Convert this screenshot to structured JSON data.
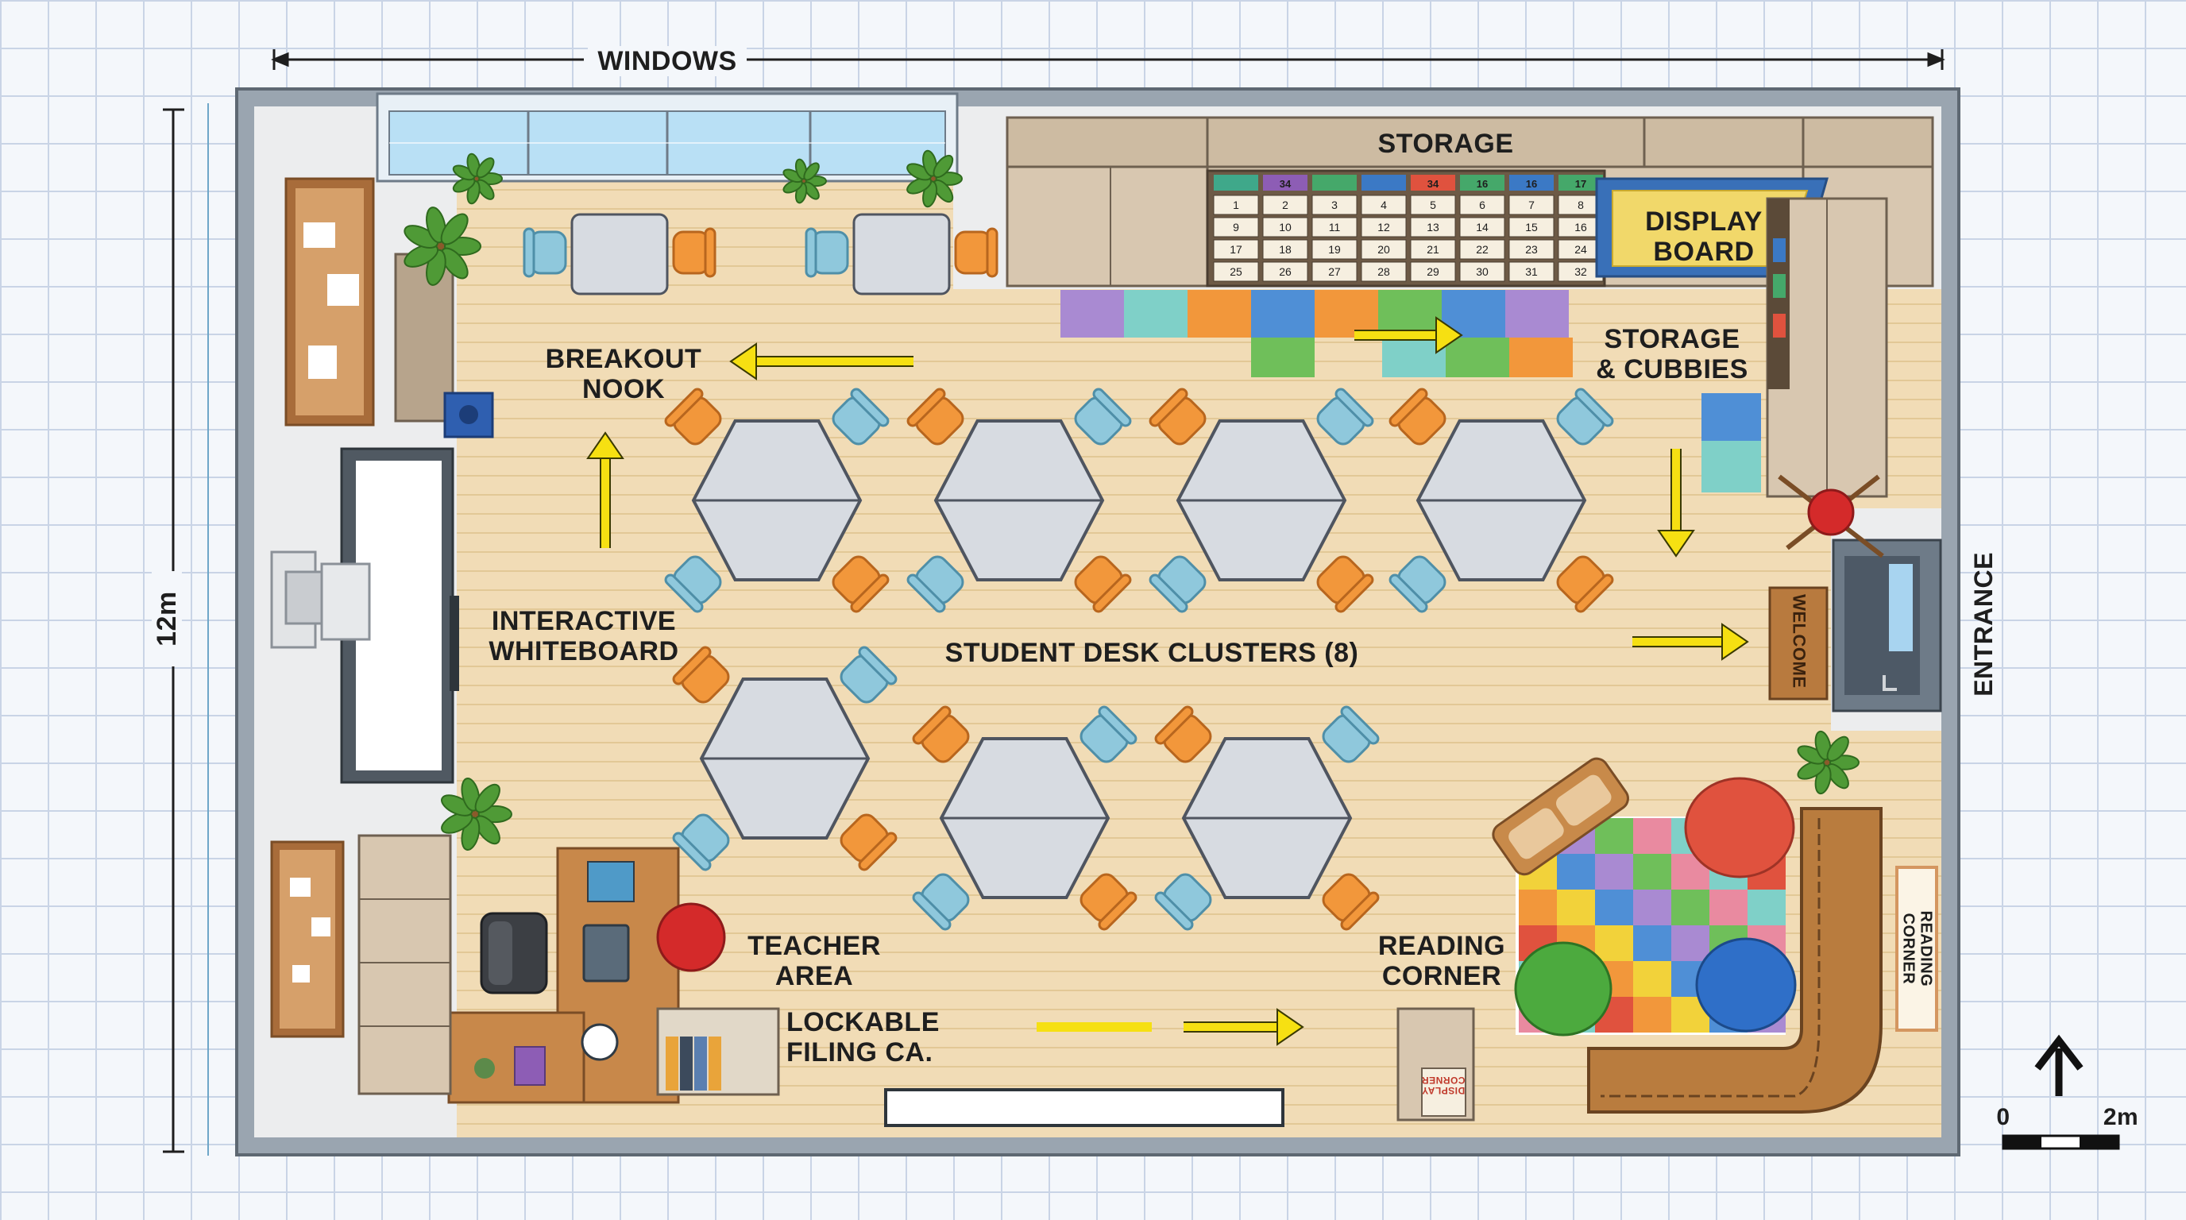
{
  "dimensions": {
    "width_label": "WINDOWS",
    "height_label": "12m",
    "entrance_label": "ENTRANCE"
  },
  "zones": {
    "storage": "STORAGE",
    "display_board": "DISPLAY\nBOARD",
    "storage_cubbies": "STORAGE\n& CUBBIES",
    "breakout_nook": "BREAKOUT\nNOOK",
    "interactive_whiteboard": "INTERACTIVE\nWHITEBOARD",
    "student_desk_clusters": "STUDENT DESK CLUSTERS (8)",
    "teacher_area": "TEACHER\nAREA",
    "lockable_filing": "LOCKABLE\nFILING CA.",
    "reading_corner": "READING\nCORNER"
  },
  "signs": {
    "welcome_mat": "WELCOME",
    "reading_corner_sign": "READING\nCORNER",
    "display_corner_sign": "DISPLAY\nCORNER"
  },
  "cubby_numbers": {
    "top_row": [
      "34",
      "34",
      "16",
      "16",
      "17"
    ],
    "rows": [
      [
        "1",
        "2",
        "3",
        "4",
        "5",
        "6",
        "7",
        "8"
      ],
      [
        "9",
        "10",
        "11",
        "12",
        "13",
        "14",
        "15",
        "16"
      ],
      [
        "17",
        "18",
        "19",
        "20",
        "21",
        "22",
        "23",
        "24"
      ],
      [
        "25",
        "26",
        "27",
        "28",
        "29",
        "30",
        "31",
        "32"
      ]
    ]
  },
  "scale_bar": {
    "start": "0",
    "end": "2m"
  },
  "colors": {
    "floor": "#f1dcb6",
    "wall": "#8e99a4",
    "chair_blue": "#8fc8dc",
    "chair_orange": "#f2973b",
    "desk": "#d7dbe1",
    "arrow": "#f6e012",
    "cabinet": "#d8c7b0",
    "wood": "#c48a4a"
  }
}
